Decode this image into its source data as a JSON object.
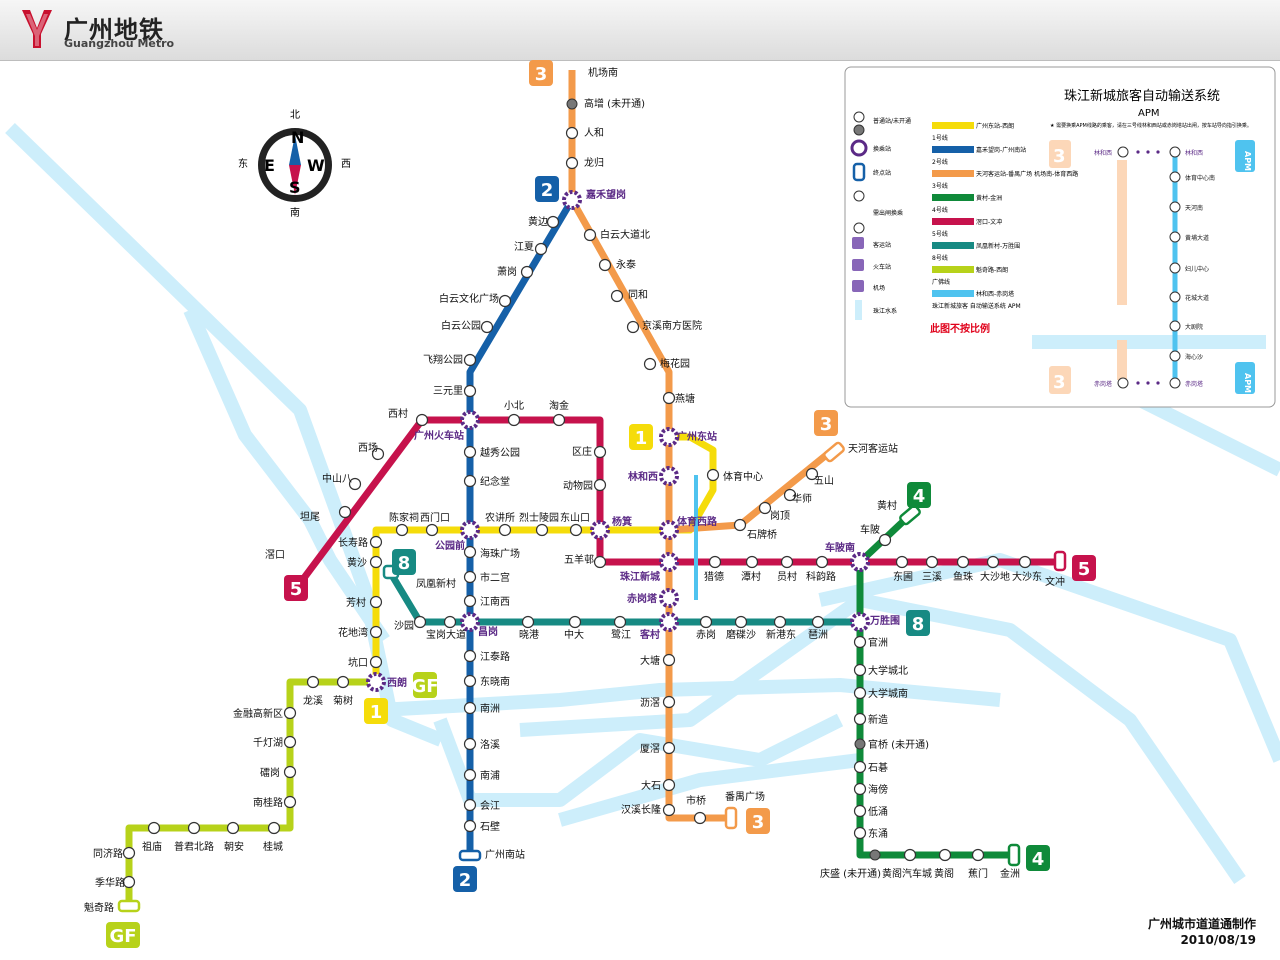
{
  "header": {
    "logo_cn": "广州地铁",
    "logo_en": "Guangzhou Metro"
  },
  "compass": {
    "n": "北",
    "s": "南",
    "e": "东",
    "w": "西",
    "dial_n": "N",
    "dial_s": "S",
    "dial_e": "E",
    "dial_w": "W"
  },
  "lines": [
    {
      "id": "1",
      "color": "#f5dc0a"
    },
    {
      "id": "2",
      "color": "#1560a8"
    },
    {
      "id": "3",
      "color": "#f39a4a"
    },
    {
      "id": "4",
      "color": "#0f8a3a"
    },
    {
      "id": "5",
      "color": "#c6124c"
    },
    {
      "id": "8",
      "color": "#178a83"
    },
    {
      "id": "GF",
      "color": "#b7d21a"
    },
    {
      "id": "APM",
      "color": "#4fc3ef"
    },
    {
      "id": "river",
      "color": "#cdeefb"
    }
  ],
  "stations": {
    "l3_north": [
      "机场南",
      "高增 (未开通)",
      "人和",
      "龙归",
      "嘉禾望岗",
      "白云大道北",
      "永泰",
      "同和",
      "京溪南方医院",
      "梅花园",
      "燕塘"
    ],
    "l2": [
      "黄边",
      "江夏",
      "萧岗",
      "白云文化广场",
      "白云公园",
      "飞翔公园",
      "三元里",
      "广州火车站",
      "越秀公园",
      "纪念堂",
      "公园前",
      "海珠广场",
      "市二宫",
      "江南西",
      "昌岗",
      "江泰路",
      "东晓南",
      "南洲",
      "洛溪",
      "南浦",
      "会江",
      "石壁",
      "广州南站"
    ],
    "l5": [
      "滘口",
      "坦尾",
      "中山八",
      "西场",
      "西村",
      "广州火车站",
      "小北",
      "淘金",
      "区庄",
      "动物园",
      "杨箕",
      "五羊邨",
      "珠江新城",
      "猎德",
      "潭村",
      "员村",
      "科韵路",
      "车陂南",
      "东圃",
      "三溪",
      "鱼珠",
      "大沙地",
      "大沙东",
      "文冲"
    ],
    "l1": [
      "西朗",
      "坑口",
      "花地湾",
      "芳村",
      "黄沙",
      "长寿路",
      "陈家祠",
      "西门口",
      "公园前",
      "农讲所",
      "烈士陵园",
      "东山口",
      "杨箕",
      "体育西路",
      "体育中心",
      "广州东站"
    ],
    "l8": [
      "凤凰新村",
      "沙园",
      "宝岗大道",
      "昌岗",
      "晓港",
      "中大",
      "鹭江",
      "客村",
      "赤岗",
      "磨碟沙",
      "新港东",
      "琶洲",
      "万胜围"
    ],
    "l3_south": [
      "林和西",
      "体育西路",
      "珠江新城",
      "赤岗塔",
      "客村",
      "大塘",
      "沥滘",
      "厦滘",
      "大石",
      "汉溪长隆",
      "市桥",
      "番禺广场"
    ],
    "l3_branch": [
      "石牌桥",
      "岗顶",
      "华师",
      "五山",
      "天河客运站"
    ],
    "l4": [
      "黄村",
      "车陂",
      "车陂南",
      "万胜围",
      "官洲",
      "大学城北",
      "大学城南",
      "新造",
      "官桥 (未开通)",
      "石碁",
      "海傍",
      "低涌",
      "东涌",
      "庆盛 (未开通)",
      "黄阁汽车城",
      "黄阁",
      "蕉门",
      "金洲"
    ],
    "gf": [
      "西朗",
      "菊树",
      "龙溪",
      "金融高新区",
      "千灯湖",
      "礌岗",
      "南桂路",
      "桂城",
      "朝安",
      "普君北路",
      "祖庙",
      "同济路",
      "季华路",
      "魁奇路"
    ]
  },
  "badges": {
    "l1": "1",
    "l2": "2",
    "l3": "3",
    "l4": "4",
    "l5": "5",
    "l8": "8",
    "gf": "GF",
    "apm": "APM"
  },
  "legend": {
    "title": "珠江新城旅客自动输送系统",
    "subtitle": "APM",
    "note": "★ 需要换乘APM线路的乘客，请在三号线林和西站或赤岗塔站出闸，按车站导向指引换乘。",
    "symbols": [
      "普通站/未开通",
      "换乘站",
      "终点站",
      "需出闸换乘",
      "客运站",
      "火车站",
      "机场",
      "珠江水系"
    ],
    "lines": [
      {
        "name": "广州东站-西朗",
        "id": "1号线",
        "color": "#f5dc0a"
      },
      {
        "name": "嘉禾望岗-广州南站",
        "id": "2号线",
        "color": "#1560a8"
      },
      {
        "name": "天河客运站-番禺广场 机场南-体育西路",
        "id": "3号线",
        "color": "#f39a4a"
      },
      {
        "name": "黄村-金洲",
        "id": "4号线",
        "color": "#0f8a3a"
      },
      {
        "name": "滘口-文冲",
        "id": "5号线",
        "color": "#c6124c"
      },
      {
        "name": "凤凰新村-万胜围",
        "id": "8号线",
        "color": "#178a83"
      },
      {
        "name": "魁奇路-西朗",
        "id": "广佛线",
        "color": "#b7d21a"
      },
      {
        "name": "林和西-赤岗塔",
        "id": "珠江新城旅客 自动输送系统 APM",
        "color": "#4fc3ef"
      }
    ],
    "not_to_scale": "此图不按比例",
    "apm_stations": [
      "林和西",
      "体育中心南",
      "天河南",
      "黄埔大道",
      "妇儿中心",
      "花城大道",
      "大剧院",
      "海心沙",
      "赤岗塔"
    ],
    "l3_left_top": "林和西",
    "l3_left_bottom": "赤岗塔"
  },
  "credit": {
    "author": "广州城市道道通制作",
    "date": "2010/08/19"
  }
}
